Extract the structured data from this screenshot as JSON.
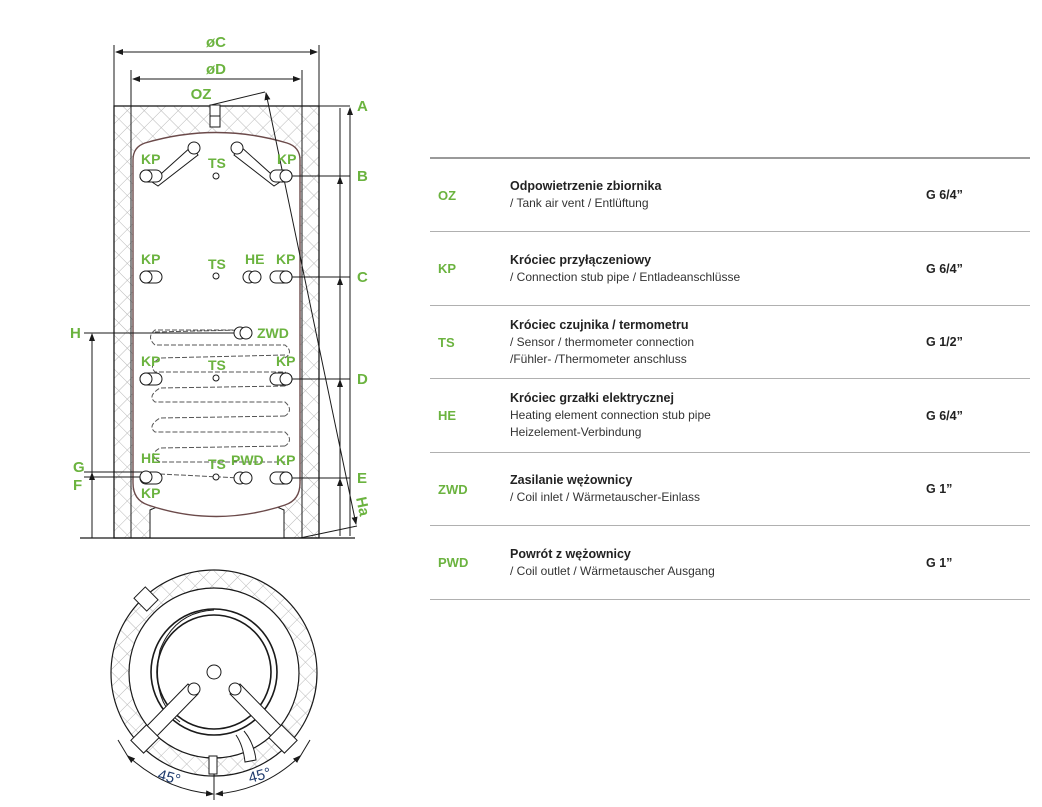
{
  "diagram": {
    "dimensions": {
      "outer_diameter": "øC",
      "inner_diameter": "øD",
      "vent": "OZ",
      "heights_right": [
        "A",
        "B",
        "C",
        "D",
        "E"
      ],
      "heights_left": [
        "H",
        "G",
        "F"
      ],
      "diagonal": "Ha"
    },
    "connection_labels": {
      "kp": "KP",
      "ts": "TS",
      "he": "HE",
      "zwd": "ZWD",
      "pwd": "PWD"
    },
    "plan_view": {
      "angle_left": "45°",
      "angle_right": "45°"
    }
  },
  "legend": {
    "rows": [
      {
        "code": "OZ",
        "title": "Odpowietrzenie zbiornika",
        "lines": [
          "/ Tank air vent / Entlüftung"
        ],
        "size": "G 6/4”"
      },
      {
        "code": "KP",
        "title": "Króciec przyłączeniowy",
        "lines": [
          "/ Connection stub pipe / Entladeanschlüsse"
        ],
        "size": "G 6/4”"
      },
      {
        "code": "TS",
        "title": "Króciec czujnika / termometru",
        "lines": [
          "/ Sensor / thermometer connection",
          "/Fühler- /Thermometer anschluss"
        ],
        "size": "G 1/2”"
      },
      {
        "code": "HE",
        "title": "Króciec grzałki elektrycznej",
        "lines": [
          "Heating element connection stub pipe",
          "Heizelement-Verbindung"
        ],
        "size": "G 6/4”"
      },
      {
        "code": "ZWD",
        "title": "Zasilanie wężownicy",
        "lines": [
          "/ Coil inlet / Wärmetauscher-Einlass"
        ],
        "size": "G 1”"
      },
      {
        "code": "PWD",
        "title": "Powrót z wężownicy",
        "lines": [
          "/ Coil outlet / Wärmetauscher Ausgang"
        ],
        "size": "G 1”"
      }
    ]
  },
  "colors": {
    "accent_green": "#6bb33f",
    "line": "#1a1a1a",
    "insulation_hatch": "#b8b8b8",
    "tank_wall": "#6b4a4a"
  }
}
